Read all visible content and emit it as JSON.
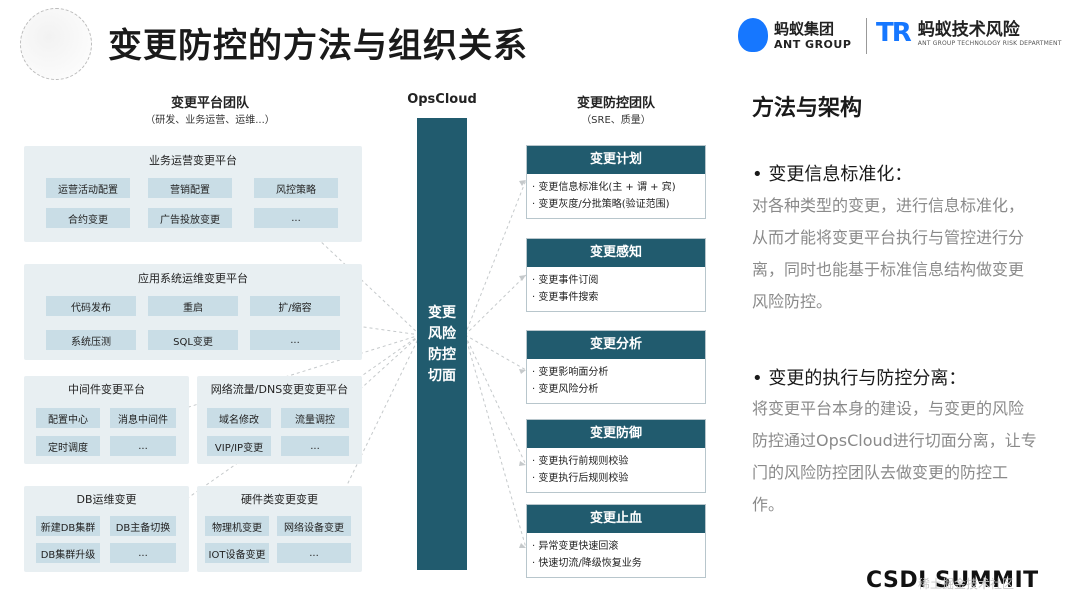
{
  "title": "变更防控的方法与组织关系",
  "logos": {
    "ant_cn": "蚂蚁集团",
    "ant_en": "ANT GROUP",
    "tr_mark": "TR",
    "tr_cn": "蚂蚁技术风险",
    "tr_en": "ANT GROUP TECHNOLOGY RISK DEPARTMENT"
  },
  "left": {
    "head": "变更平台团队",
    "sub": "（研发、业务运营、运维...）",
    "panels": [
      {
        "title": "业务运营变更平台",
        "chips": [
          "运营活动配置",
          "营销配置",
          "风控策略",
          "合约变更",
          "广告投放变更",
          "..."
        ]
      },
      {
        "title": "应用系统运维变更平台",
        "chips": [
          "代码发布",
          "重启",
          "扩/缩容",
          "系统压测",
          "SQL变更",
          "..."
        ]
      },
      {
        "title": "中间件变更平台",
        "chips": [
          "配置中心",
          "消息中间件",
          "定时调度",
          "..."
        ]
      },
      {
        "title": "网络流量/DNS变更变更平台",
        "chips": [
          "域名修改",
          "流量调控",
          "VIP/IP变更",
          "..."
        ]
      },
      {
        "title": "DB运维变更",
        "chips": [
          "新建DB集群",
          "DB主备切换",
          "DB集群升级",
          "..."
        ]
      },
      {
        "title": "硬件类变更变更",
        "chips": [
          "物理机变更",
          "网络设备变更",
          "IOT设备变更",
          "..."
        ]
      }
    ]
  },
  "center": {
    "head": "OpsCloud",
    "bar_lines": [
      "变更",
      "风险",
      "防控",
      "切面"
    ]
  },
  "right": {
    "head": "变更防控团队",
    "sub": "（SRE、质量）",
    "boxes": [
      {
        "title": "变更计划",
        "lines": [
          "· 变更信息标准化(主 + 谓 + 宾)",
          "· 变更灰度/分批策略(验证范围)"
        ]
      },
      {
        "title": "变更感知",
        "lines": [
          "· 变更事件订阅",
          "· 变更事件搜索"
        ]
      },
      {
        "title": "变更分析",
        "lines": [
          "· 变更影响面分析",
          "· 变更风险分析"
        ]
      },
      {
        "title": "变更防御",
        "lines": [
          "· 变更执行前规则校验",
          "· 变更执行后规则校验"
        ]
      },
      {
        "title": "变更止血",
        "lines": [
          "· 异常变更快速回滚",
          "· 快速切流/降级恢复业务"
        ]
      }
    ]
  },
  "method": {
    "title": "方法与架构",
    "bullet1": "•  变更信息标准化：",
    "para1": "对各种类型的变更，进行信息标准化，从而才能将变更平台执行与管控进行分离，同时也能基于标准信息结构做变更风险防控。",
    "bullet2": "•  变更的执行与防控分离：",
    "para2": "将变更平台本身的建设，与变更的风险防控通过OpsCloud进行切面分离，让专门的风险防控团队去做变更的防控工作。"
  },
  "footer": {
    "summit": "CSDI SUMMIT",
    "watermark": "稀土掘金技术社区"
  }
}
